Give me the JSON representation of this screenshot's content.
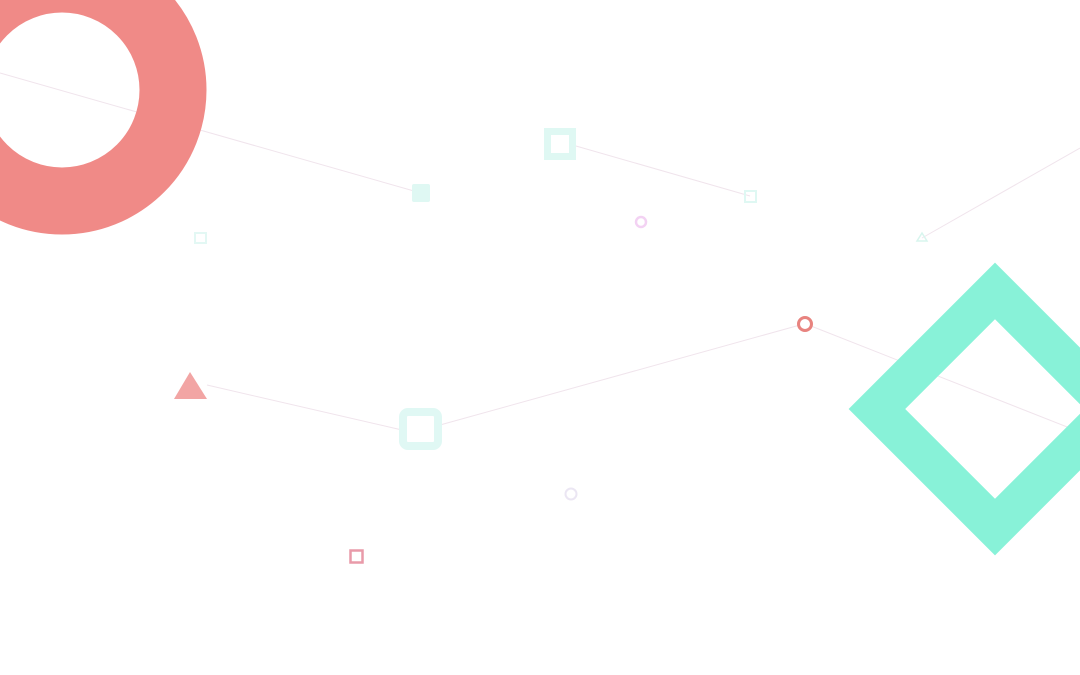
{
  "colors": {
    "background": "#ffffff",
    "coral": "#f08a87",
    "coral_light": "#f2a5a4",
    "mint": "#88f2d8",
    "mint_pale": "#dff8f3",
    "pink_pale": "#f3d2f3",
    "line": "#f3e6ee",
    "red_ring": "#e8837f",
    "rose": "#e99aa9",
    "lavender": "#ebe6f3"
  },
  "icons": [
    "ring-shape",
    "diamond-shape",
    "triangle-shape",
    "square-shape",
    "circle-shape"
  ]
}
